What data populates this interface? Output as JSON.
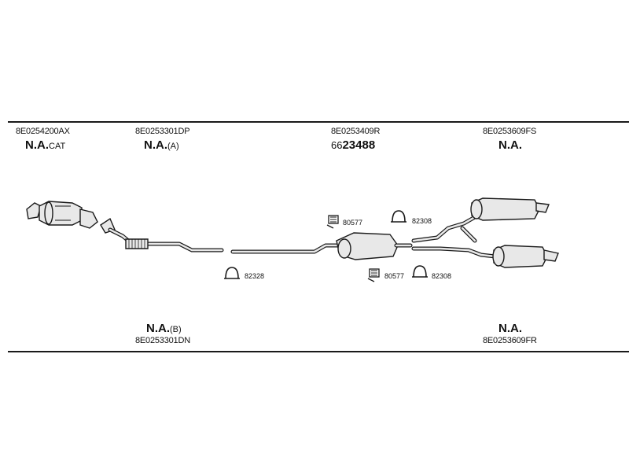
{
  "top_labels": [
    {
      "code": "8E0254200AX",
      "name": "N.A.",
      "suffix": "CAT"
    },
    {
      "code": "8E0253301DP",
      "name": "N.A.",
      "suffix": "(A)"
    },
    {
      "code": "8E0253409R",
      "name_prefix": "66",
      "name": "23488"
    },
    {
      "code": "8E0253609FS",
      "name": "N.A.",
      "suffix": ""
    }
  ],
  "bottom_labels": [
    {
      "code": "8E0253301DN",
      "name": "N.A.",
      "suffix": "(B)"
    },
    {
      "code": "8E0253609FR",
      "name": "N.A.",
      "suffix": ""
    }
  ],
  "fitting_tags": [
    {
      "text": "80577",
      "icon": "mount-icon"
    },
    {
      "text": "82308",
      "icon": "clamp-icon"
    },
    {
      "text": "82328",
      "icon": "clamp-icon"
    },
    {
      "text": "80577",
      "icon": "mount-icon"
    },
    {
      "text": "82308",
      "icon": "clamp-icon"
    }
  ]
}
